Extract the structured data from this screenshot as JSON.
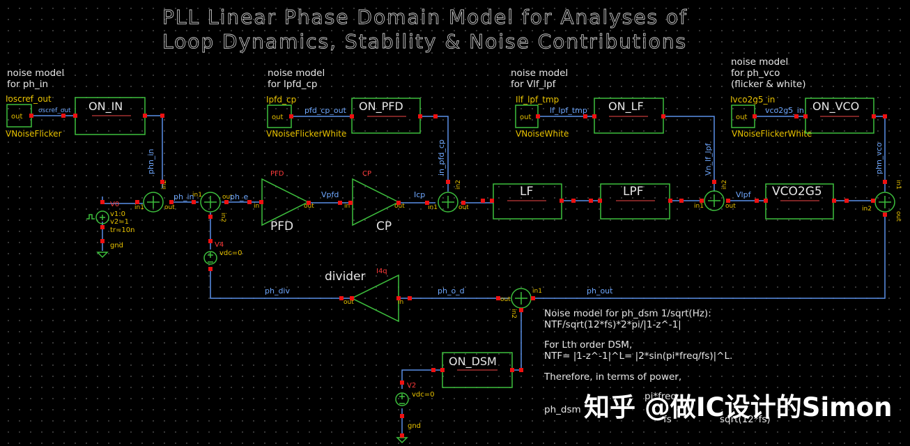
{
  "title": {
    "line1": "PLL Linear Phase Domain Model for Analyses of",
    "line2": "Loop Dynamics, Stability & Noise Contributions"
  },
  "noise_notes": {
    "ph_in": [
      "noise model",
      "for ph_in"
    ],
    "pfd_cp": [
      "noise model",
      "for Ipfd_cp"
    ],
    "lpf": [
      "noise model",
      "for Vlf_lpf"
    ],
    "vco": [
      "noise model",
      "for ph_vco",
      "(flicker & white)"
    ]
  },
  "sources": {
    "in": {
      "label": "Ioscref_out",
      "pin": "out",
      "cell": "VNoiseFlicker",
      "net": "oscref_out"
    },
    "cp": {
      "label": "Ipfd_cp",
      "pin": "out",
      "cell": "VNoiseFlickerWhite",
      "net": "pfd_cp_out"
    },
    "lf": {
      "label": "Ilf_lpf_tmp",
      "pin": "out",
      "cell": "VNoiseWhite",
      "net": "lf_lpf_tmp"
    },
    "vco": {
      "label": "Ivco2g5_in",
      "pin": "out",
      "cell": "VNoiseFlickerWhite",
      "net": "vco2g5_in"
    }
  },
  "blocks": {
    "on_in": "ON_IN",
    "on_pfd": "ON_PFD",
    "on_lf": "ON_LF",
    "on_vco": "ON_VCO",
    "lf": "LF",
    "lpf": "LPF",
    "vco2g5": "VCO2G5",
    "on_dsm": "ON_DSM"
  },
  "amps": {
    "pfd": {
      "inst": "PFD",
      "name": "PFD",
      "in": "in",
      "out": "out"
    },
    "cp": {
      "inst": "CP",
      "name": "CP",
      "in": "in",
      "out": "out"
    },
    "divider": {
      "inst": "I4q",
      "name": "divider",
      "in": "in",
      "out": "out"
    }
  },
  "nets": {
    "phn_in": "phn_in",
    "ph_in": "ph_in",
    "ph_e": "ph_e",
    "vpfd": "Vpfd",
    "icp": "Icp",
    "in_pfd_cp": "in_pfd_cp",
    "vn_lf_lpf": "Vn_lf_lpf",
    "vlpf": "Vlpf",
    "phn_vco": "phn_vco",
    "ph_div": "ph_div",
    "ph_o_d": "ph_o_d",
    "ph_out": "ph_out"
  },
  "pins": {
    "in1": "in1",
    "in2": "in2",
    "out": "out"
  },
  "v0": {
    "inst": "V0",
    "params": [
      "v1:0",
      "v2=1",
      "tr=10n"
    ],
    "gnd": "gnd"
  },
  "v4": {
    "inst": "V4",
    "param": "vdc=0"
  },
  "v2": {
    "inst": "V2",
    "param": "vdc=0",
    "gnd": "gnd"
  },
  "dsm_note": [
    "Noise model for ph_dsm 1/sqrt(Hz):",
    "NTF/sqrt(12*fs)*2*pi/|1-z^-1|",
    "",
    "For Lth order DSM,",
    "NTF= |1-z^-1|^L= |2*sin(pi*freq/fs)|^L.",
    "",
    "Therefore, in terms of power,"
  ],
  "formula": {
    "lhs": "ph_dsm",
    "pi_freq": "pi*freq",
    "fs": "fs",
    "sqrt": "sqrt(12*fs)"
  },
  "watermark": "知乎 @做IC设计的Simon",
  "colors": {
    "wire": "#5b8fe8",
    "box": "#3dbf3d",
    "pin": "#e11111",
    "label": "#e8c200"
  }
}
